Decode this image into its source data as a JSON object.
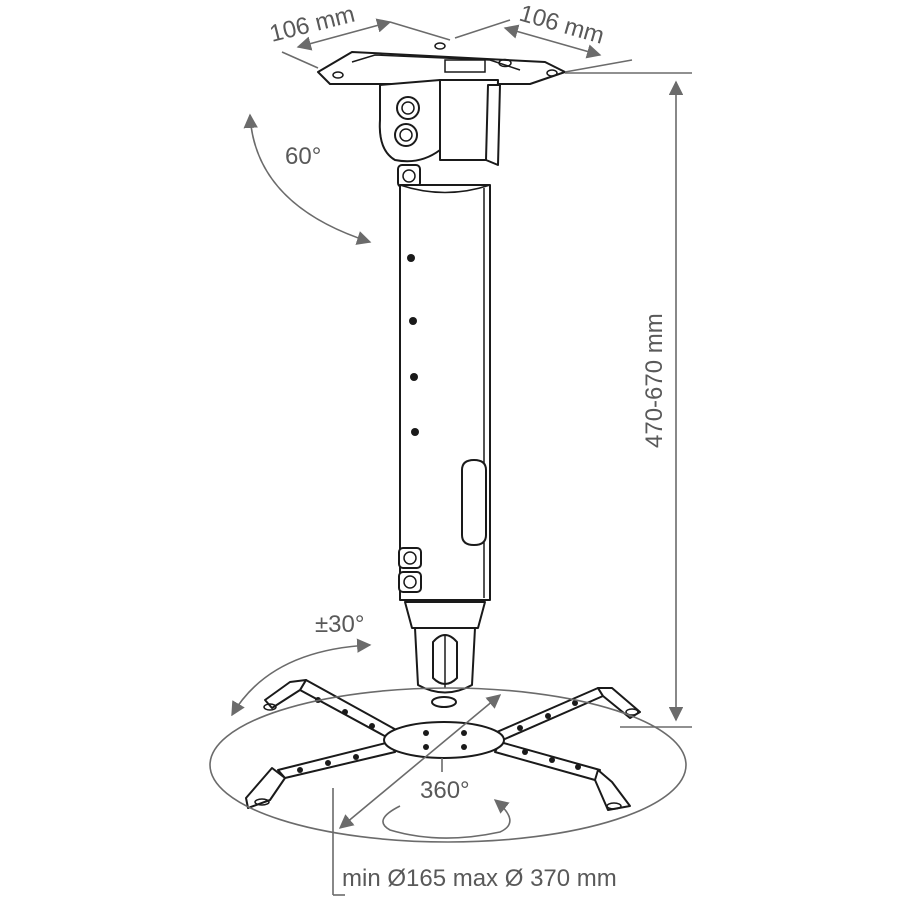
{
  "labels": {
    "plate_width_left": "106 mm",
    "plate_width_right": "106 mm",
    "tilt_angle": "60°",
    "height_range": "470-670 mm",
    "swivel_angle": "±30°",
    "rotation_angle": "360°",
    "arm_span": "min Ø165 max Ø 370 mm"
  },
  "colors": {
    "drawing_stroke": "#1a1a1a",
    "dimension_stroke": "#6b6b6b",
    "text": "#595959"
  }
}
